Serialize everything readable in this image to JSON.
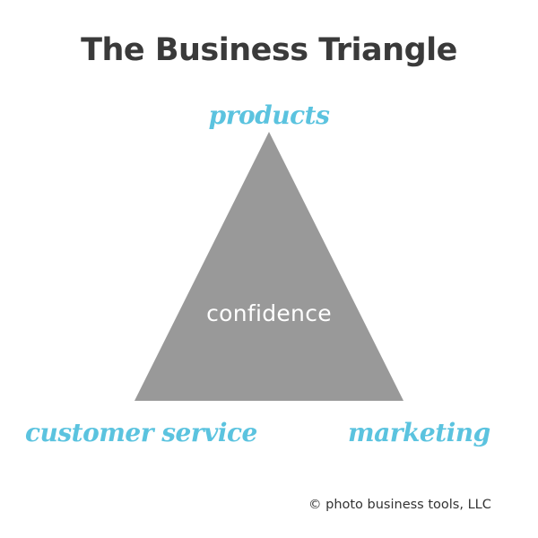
{
  "title": "The Business Triangle",
  "vertices": {
    "top": "products",
    "bottom_left": "customer service",
    "bottom_right": "marketing"
  },
  "center": "confidence",
  "copyright": "© photo business tools, LLC",
  "colors": {
    "triangle_fill": "#999999",
    "label_accent": "#5bc3df",
    "title_text": "#3a3a3a",
    "center_text": "#ffffff"
  }
}
